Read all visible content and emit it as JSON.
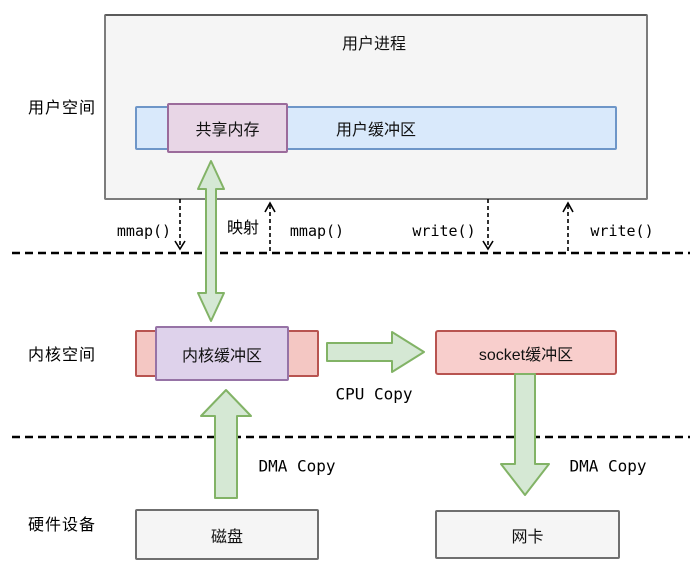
{
  "layer_labels": {
    "user_space": "用户空间",
    "kernel_space": "内核空间",
    "hardware": "硬件设备"
  },
  "user_process": {
    "title": "用户进程",
    "shared_memory": "共享内存",
    "user_buffer": "用户缓冲区"
  },
  "kernel": {
    "kernel_buffer": "内核缓冲区",
    "socket_buffer": "socket缓冲区"
  },
  "hardware": {
    "disk": "磁盘",
    "nic": "网卡"
  },
  "call_labels": {
    "mmap_left": "mmap()",
    "mapping": "映射",
    "mmap_right": "mmap()",
    "write_left": "write()",
    "write_right": "write()"
  },
  "copy_labels": {
    "cpu_copy": "CPU Copy",
    "dma_copy_left": "DMA Copy",
    "dma_copy_right": "DMA Copy"
  },
  "colors": {
    "green_fill": "#d5e8d4",
    "green_stroke": "#82b366",
    "red_fill": "#f8cecc",
    "red_stroke": "#b85450",
    "purple_fill": "#ded2eb",
    "purple_stroke": "#9673a6",
    "blue_fill": "#d9e9fb",
    "blue_stroke": "#6e96c8",
    "gray_fill": "#f5f5f5",
    "gray_stroke": "#7c7c7c"
  }
}
